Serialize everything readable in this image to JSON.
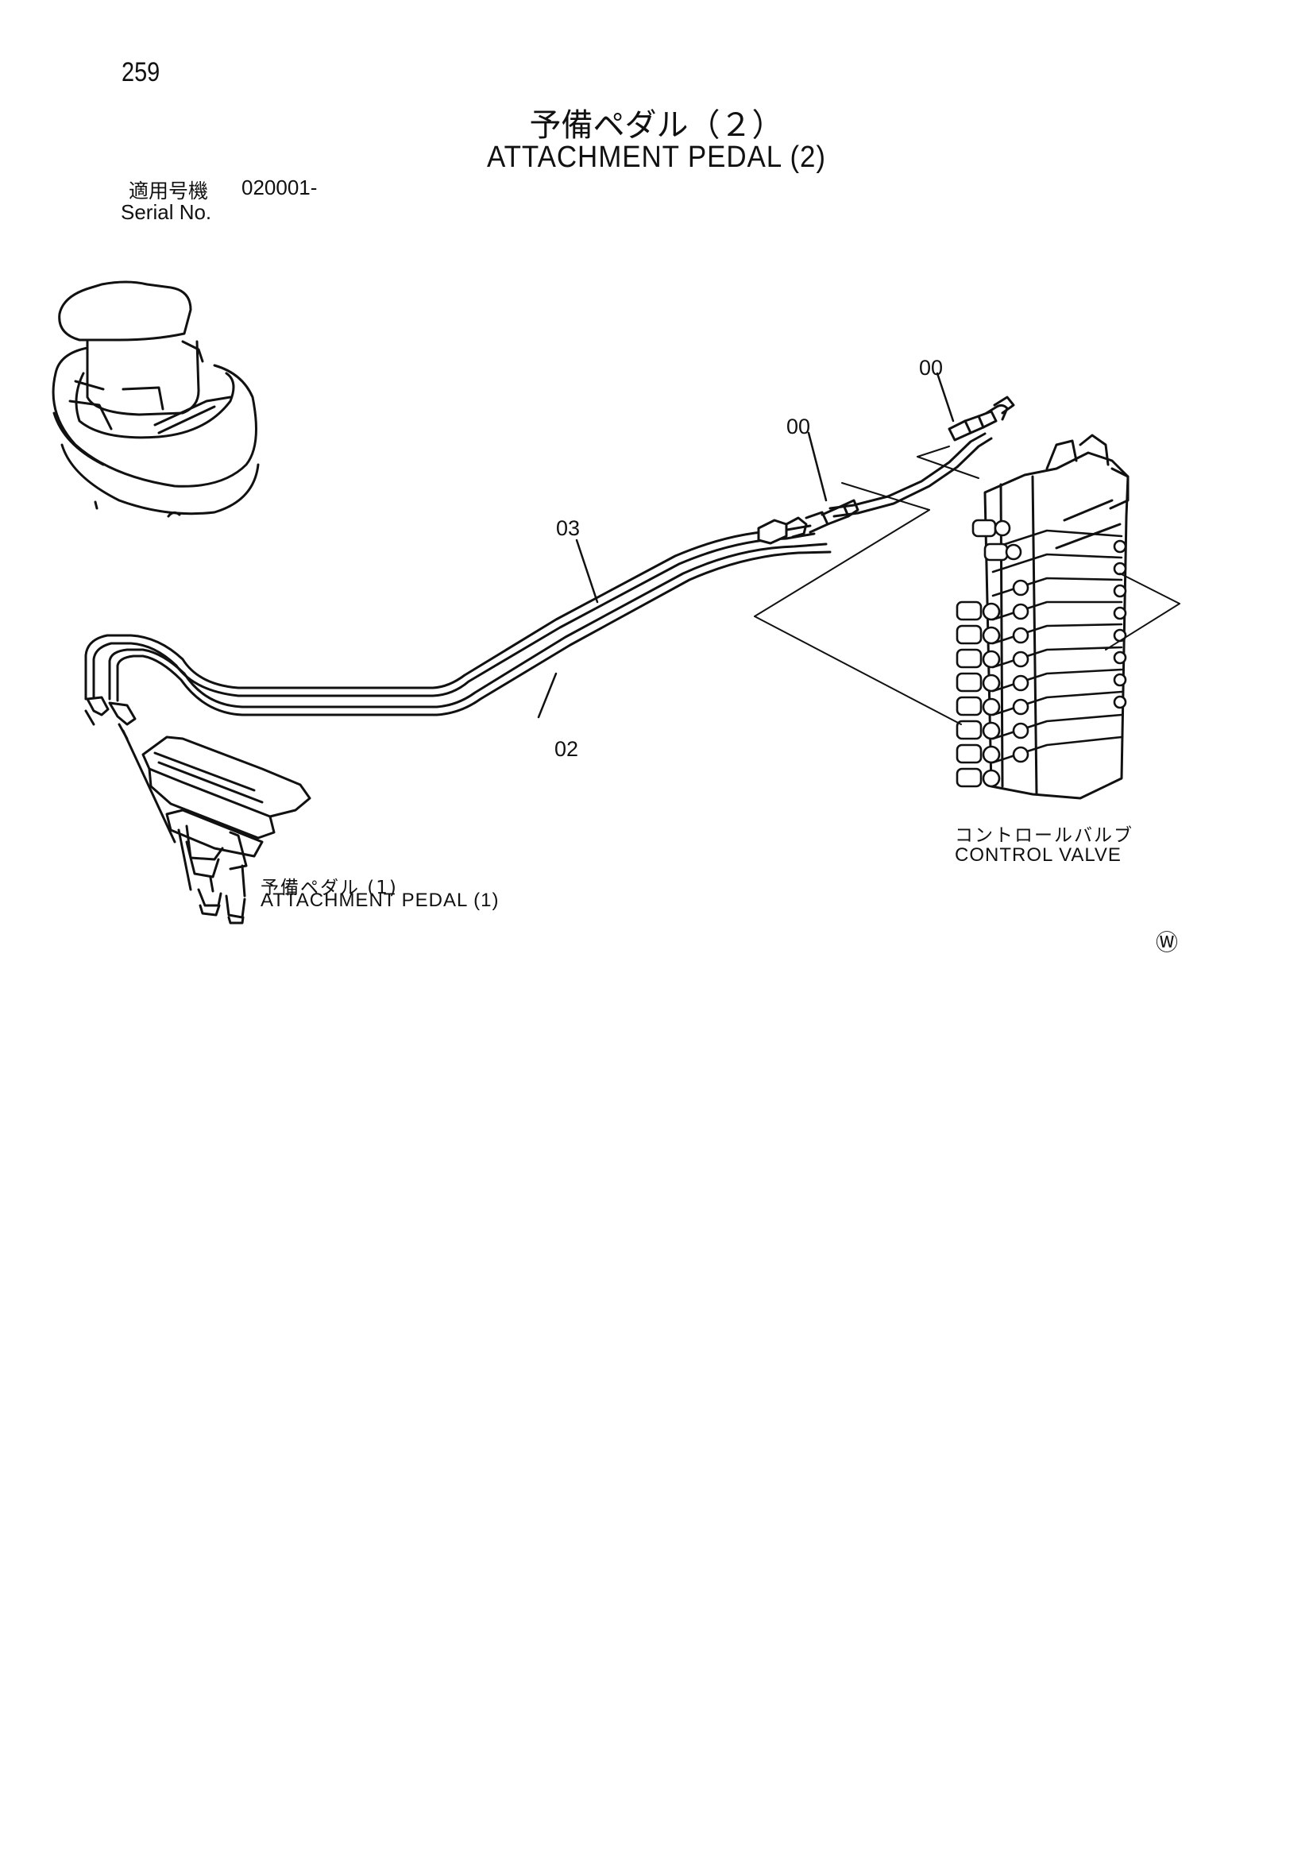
{
  "page_number": "259",
  "title": {
    "japanese": "予備ペダル（２）",
    "english": "ATTACHMENT PEDAL (2)"
  },
  "serial": {
    "label_ja": "適用号機",
    "value": "020001-",
    "label_en": "Serial No."
  },
  "callouts": {
    "part_00_upper": "00",
    "part_00_lower": "00",
    "part_03": "03",
    "part_02": "02"
  },
  "labels": {
    "control_valve_ja": "コントロールバルブ",
    "control_valve_en": "CONTROL VALVE",
    "attachment_pedal1_ja": "予備ペダル (1)",
    "attachment_pedal1_en": "ATTACHMENT PEDAL (1)"
  },
  "corner_mark": "Ⓦ"
}
